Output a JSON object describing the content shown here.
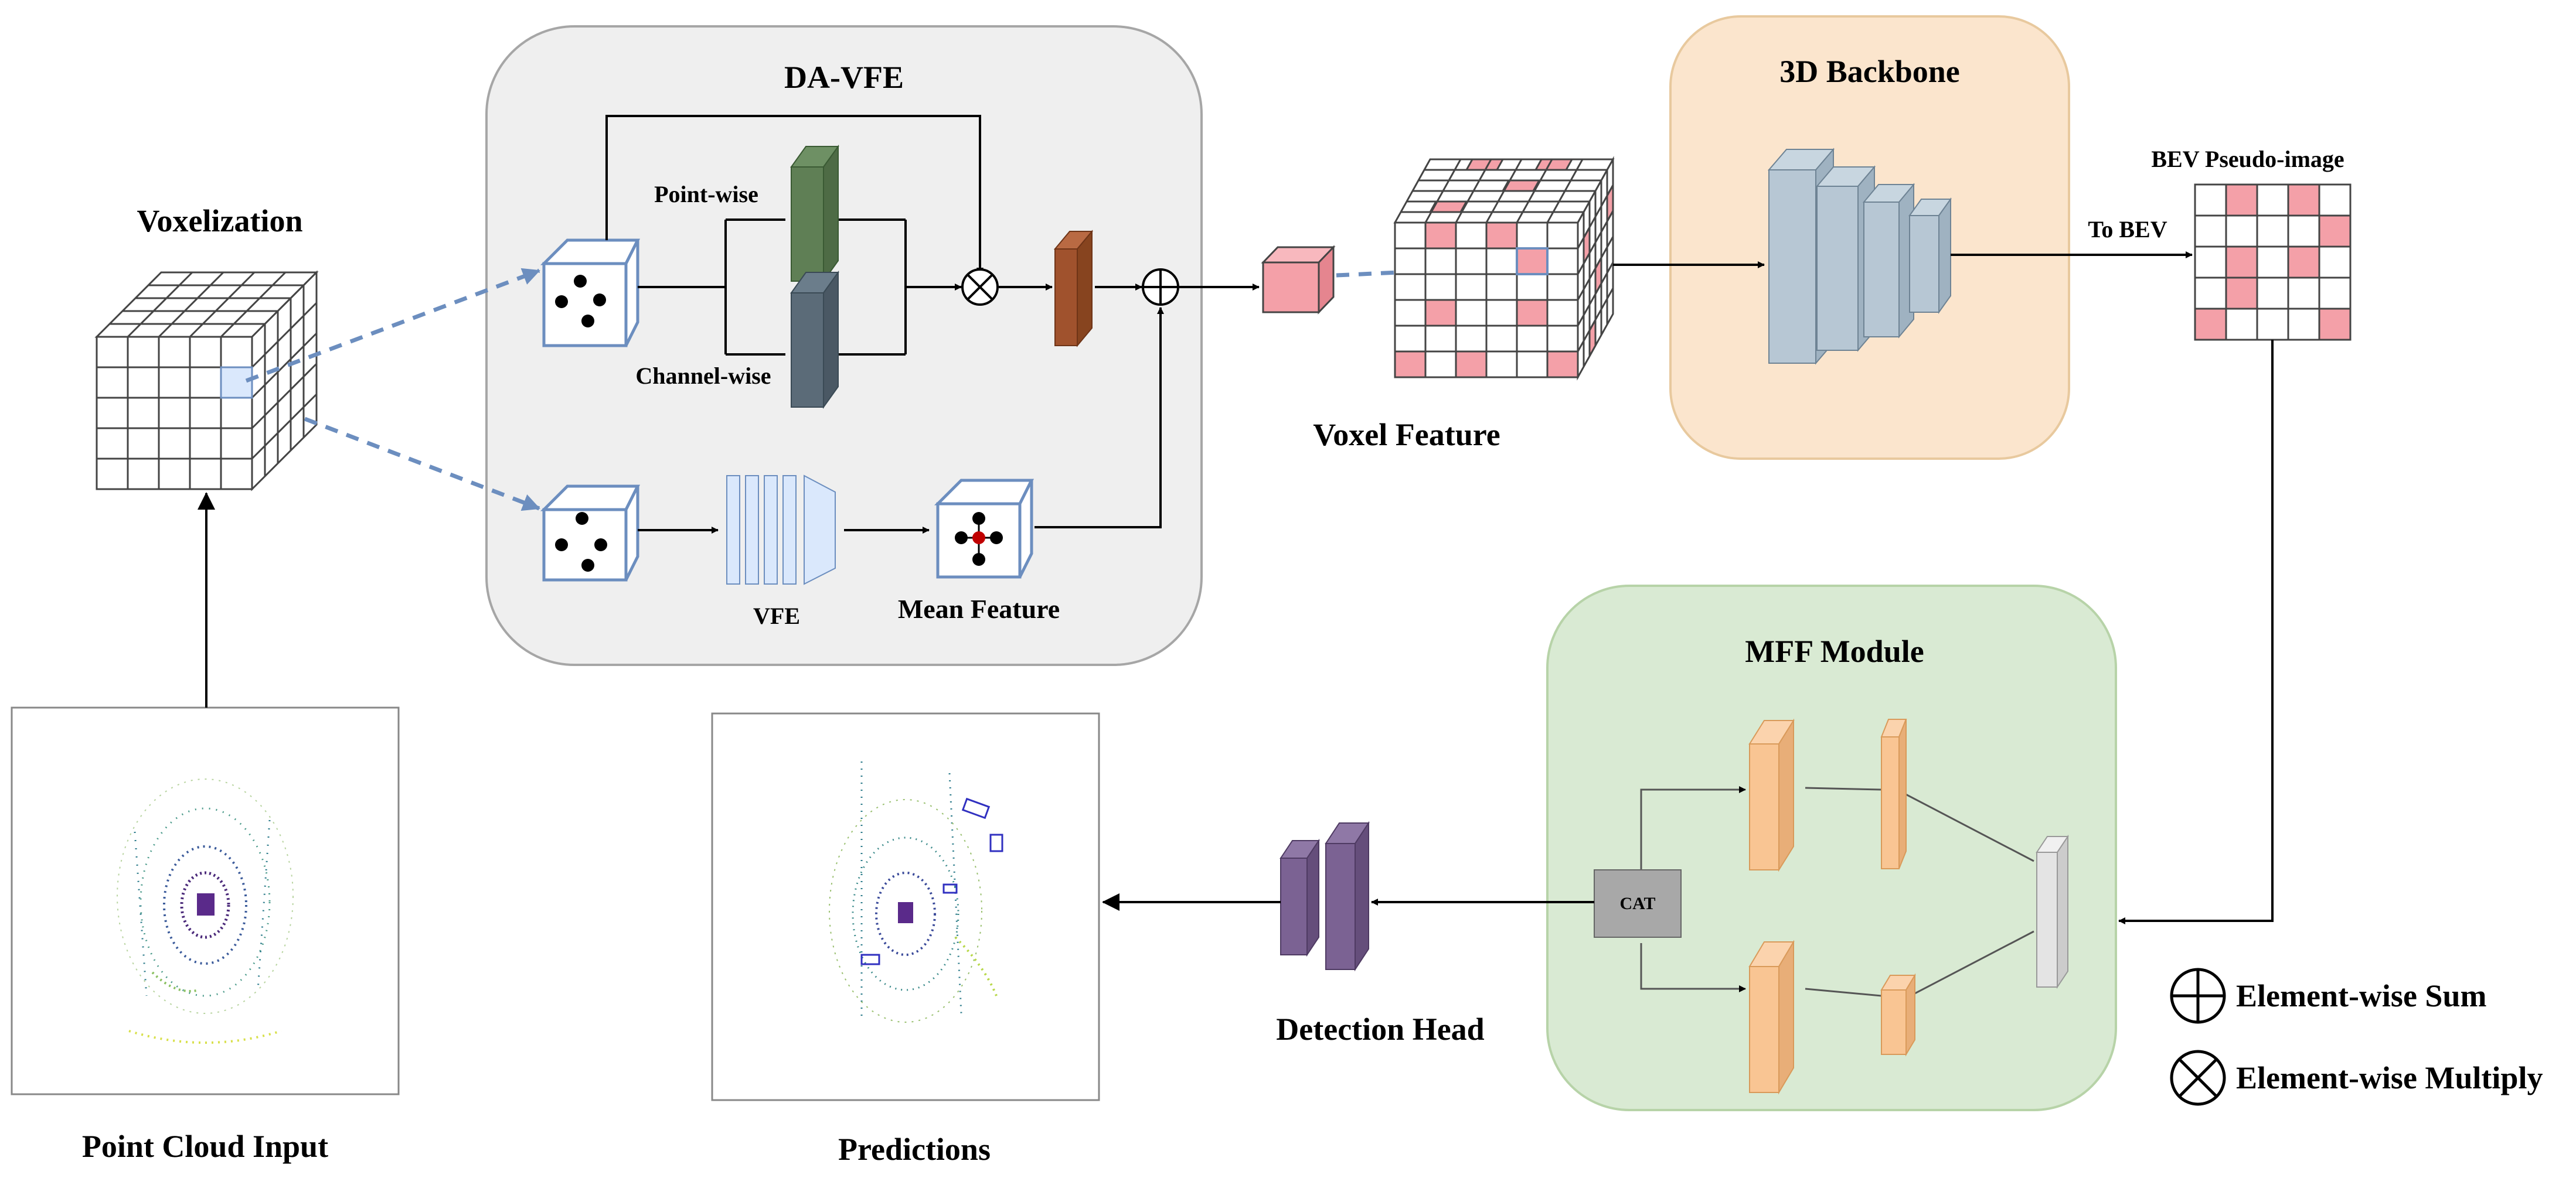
{
  "labels": {
    "voxelization": "Voxelization",
    "da_vfe": "DA-VFE",
    "point_wise": "Point-wise",
    "channel_wise": "Channel-wise",
    "vfe": "VFE",
    "mean_feature": "Mean Feature",
    "voxel_feature": "Voxel Feature",
    "backbone_3d": "3D Backbone",
    "bev_pseudo_image": "BEV Pseudo-image",
    "to_bev": "To BEV",
    "mff_module": "MFF Module",
    "cat": "CAT",
    "detection_head": "Detection Head",
    "point_cloud_input": "Point Cloud Input",
    "predictions": "Predictions"
  },
  "legend": {
    "sum": "Element-wise Sum",
    "multiply": "Element-wise Multiply"
  },
  "colors": {
    "da_vfe_box": "#efefef",
    "backbone_box": "#fbe5cd",
    "mff_box": "#d9ead3",
    "voxel_highlight": "#f4a0a8",
    "point_wise": "#5f7f55",
    "channel_wise": "#5b6b78",
    "fused_feature": "#a0522d",
    "vfe_layers": "#dae8fc",
    "backbone_blocks": "#b7c7d4",
    "mff_blocks": "#f9c593",
    "mff_out": "#e4e4e4",
    "cat_block": "#a8a8a8",
    "detection_head": "#7b6293",
    "dashed_arrow": "#6c8ebf"
  }
}
